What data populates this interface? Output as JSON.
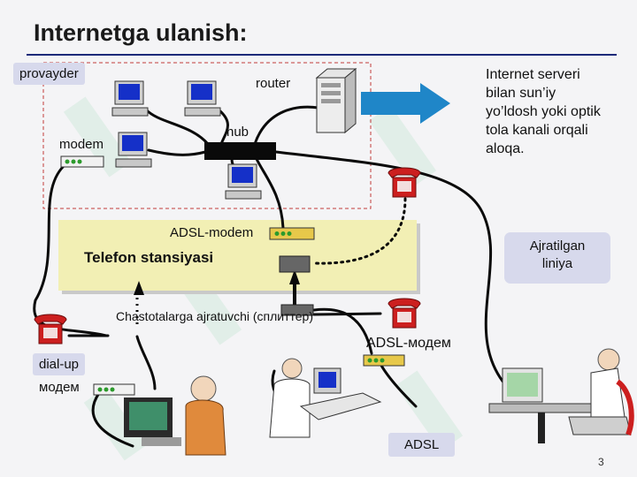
{
  "slide": {
    "title": "Internetga ulanish:",
    "page_number": "3"
  },
  "labels": {
    "provider": "provayder",
    "router": "router",
    "modem": "modem",
    "hub": "hub",
    "adsl_modem_top": "ADSL-modem",
    "telephone_station": "Telefon stansiyasi",
    "splitter": "Chastotalarga ajratuvchi (сплиттер)",
    "adsl_modem_bottom": "ADSL-модем",
    "dialup": "dial-up",
    "dialup_modem": "модем",
    "adsl": "ADSL",
    "leased_line_1": "Ajratilgan",
    "leased_line_2": "liniya"
  },
  "note": {
    "line1": "Internet serveri",
    "line2": "bilan sun’iy",
    "line3": "yo’ldosh yoki optik",
    "line4": "tola kanali orqali",
    "line5": "aloqa."
  },
  "colors": {
    "title_rule": "#1c2a7a",
    "arrow": "#1f86c8",
    "station_fill": "#f2efb4",
    "phone_red": "#cc1f1f",
    "label_box": "#d7d9ec",
    "cable": "#0a0a0a",
    "provider_border": "#c23b3b"
  },
  "icons": [
    "computer-icon",
    "server-icon",
    "hub-icon",
    "modem-icon",
    "phone-icon",
    "splitter-icon",
    "arrow-right-icon",
    "user-at-computer-icon"
  ]
}
